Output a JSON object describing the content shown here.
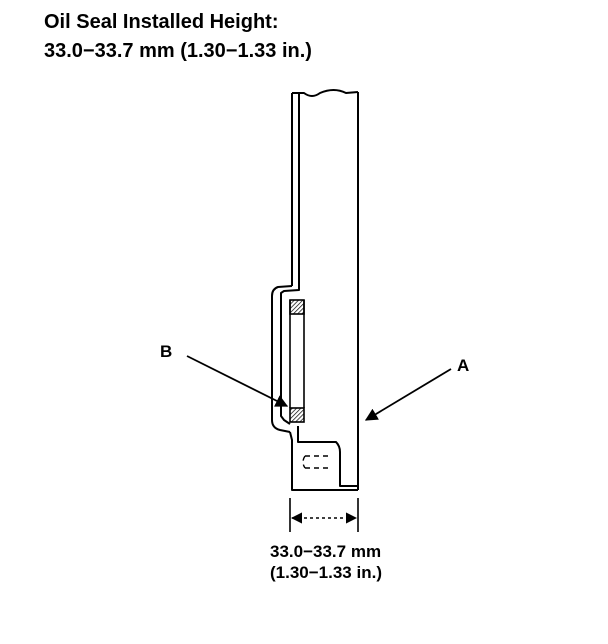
{
  "heading": {
    "line1": "Oil Seal Installed Height:",
    "line2": "33.0−33.7 mm (1.30−1.33 in.)"
  },
  "callouts": {
    "a": "A",
    "b": "B"
  },
  "dimension": {
    "line1": "33.0−33.7 mm",
    "line2": "(1.30−1.33 in.)"
  }
}
